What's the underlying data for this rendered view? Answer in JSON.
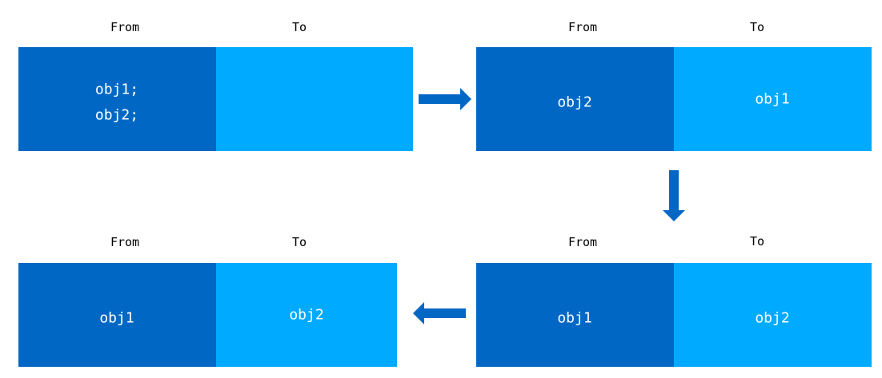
{
  "labels": {
    "from": "From",
    "to": "To"
  },
  "colors": {
    "from_region": "#0068c4",
    "to_region": "#00aaff",
    "arrow": "#0068c4"
  },
  "stages": [
    {
      "from_items": [
        "obj1;",
        "obj2;"
      ],
      "to_items": []
    },
    {
      "from_items": [
        "obj2"
      ],
      "to_items": [
        "obj1"
      ]
    },
    {
      "from_items": [
        "obj1"
      ],
      "to_items": [
        "obj2"
      ]
    },
    {
      "from_items": [
        "obj1"
      ],
      "to_items": [
        "obj2"
      ]
    }
  ]
}
